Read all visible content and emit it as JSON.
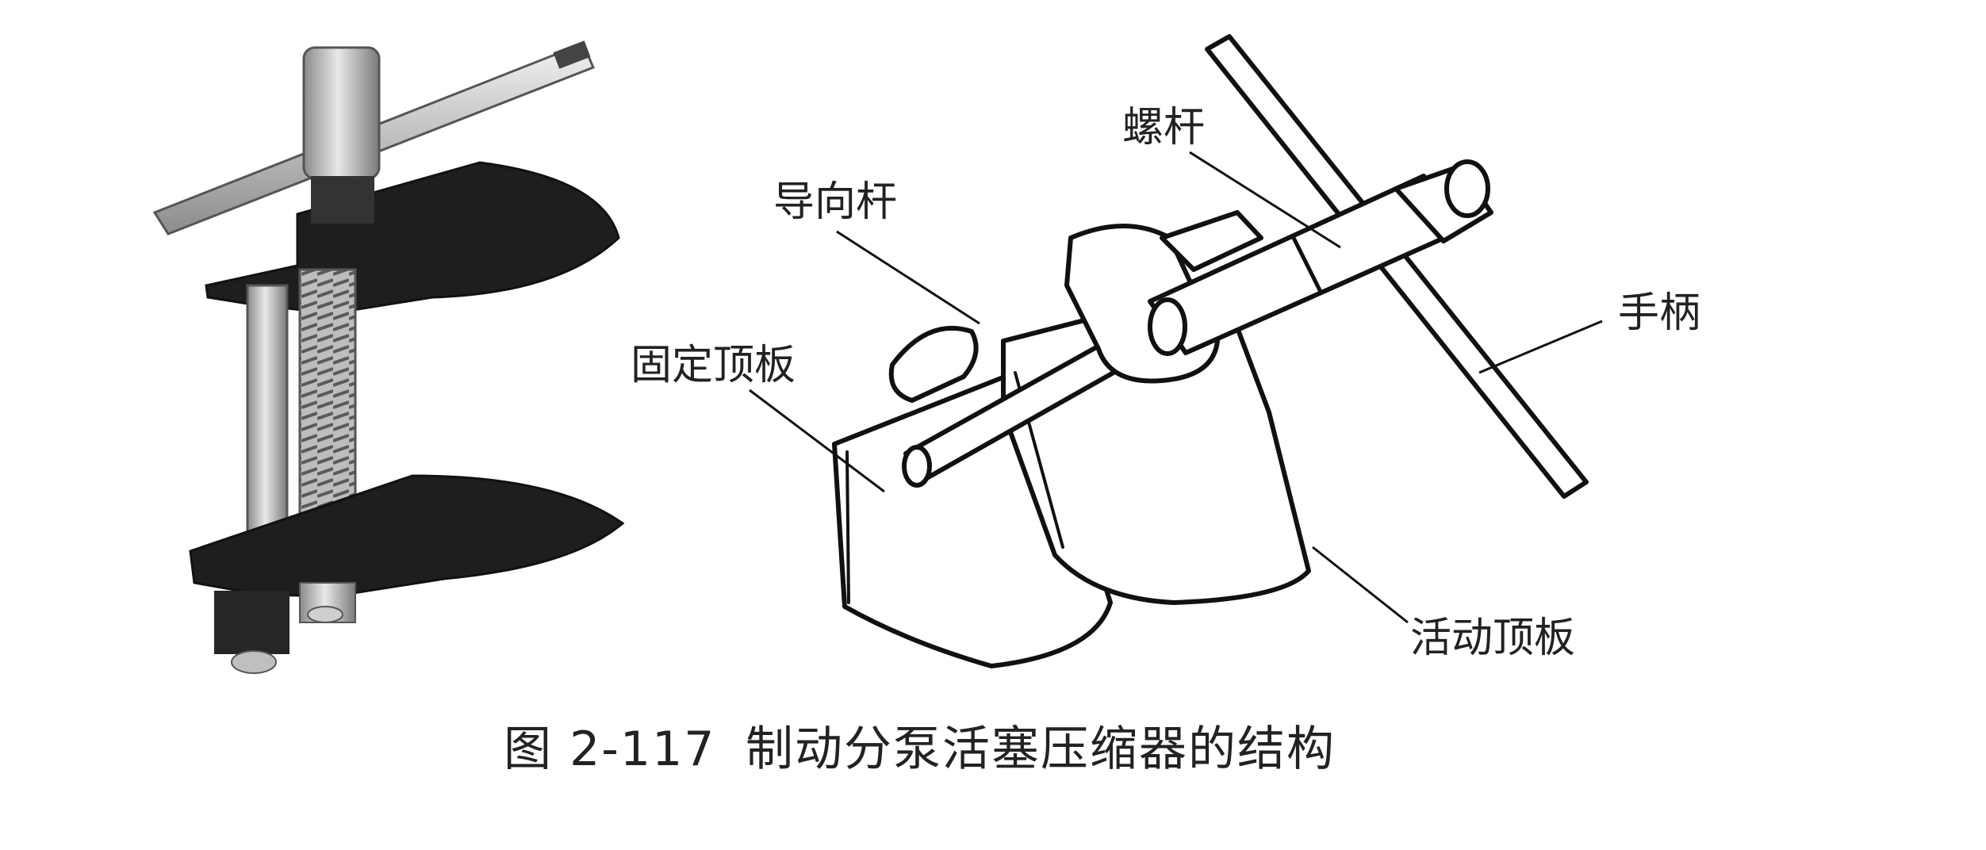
{
  "labels": {
    "screw": "螺杆",
    "guide_rod": "导向杆",
    "handle": "手柄",
    "fixed_plate": "固定顶板",
    "movable_plate": "活动顶板"
  },
  "caption": {
    "number": "图 2-117",
    "title": "制动分泵活塞压缩器的结构"
  }
}
